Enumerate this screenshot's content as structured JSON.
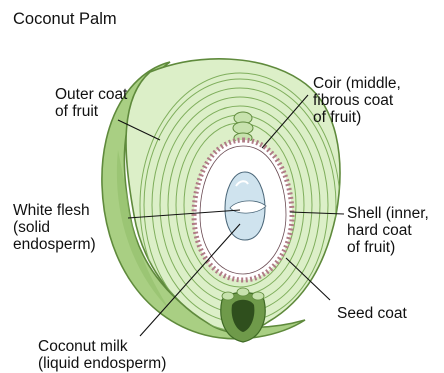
{
  "title": "Coconut Palm",
  "labels": {
    "outer_coat": [
      "Outer coat",
      "of fruit"
    ],
    "coir": [
      "Coir (middle,",
      "fibrous coat",
      "of fruit)"
    ],
    "white_flesh": [
      "White flesh",
      "(solid",
      "endosperm)"
    ],
    "shell": [
      "Shell (inner,",
      "hard coat",
      "of fruit)"
    ],
    "seed_coat": [
      "Seed coat"
    ],
    "coconut_milk": [
      "Coconut milk",
      "(liquid endosperm)"
    ]
  },
  "colors": {
    "husk_outer": "#a9cf83",
    "husk_edge": "#5f8a3c",
    "coir": "#dcefc8",
    "coir_lines": "#7fae5c",
    "shell_dots": "#b07c86",
    "flesh": "#ffffff",
    "cavity": "#cfe3ee"
  }
}
